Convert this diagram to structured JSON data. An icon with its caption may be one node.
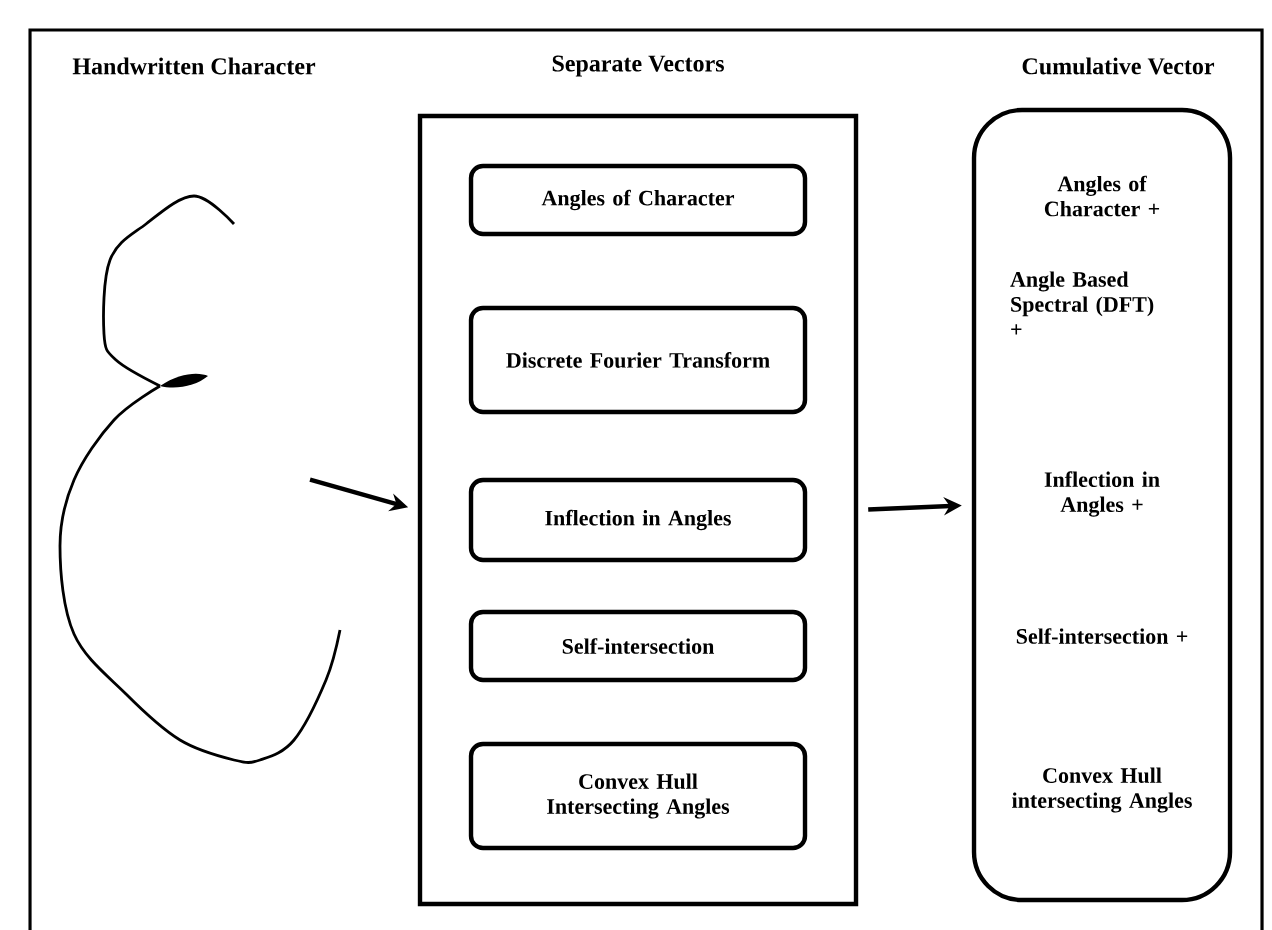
{
  "diagram": {
    "nodes": [
      {
        "text": [],
        "shape": "picture"
      },
      {
        "text": [
          "Separate Vectors"
        ]
      },
      {
        "text": [
          "Angles of Character"
        ],
        "in": 1
      },
      {
        "text": [
          "Discrete Fourier Transform"
        ],
        "in": 1
      },
      {
        "text": [
          "Inflection in Angles"
        ],
        "in": 1
      },
      {
        "text": [
          "Self-intersection"
        ],
        "in": 1
      },
      {
        "text": [
          "Convex Hull Intersecting Angles"
        ],
        "in": 1
      },
      {
        "text": [
          "Cumulative Vector",
          "Angles of Character +",
          "Angle Based Spectral (DFT) +",
          "Inflection in Angles +",
          "Self-intersection +",
          "Convex Hull intersecting Angles"
        ]
      }
    ],
    "edges": [
      {
        "from": 0,
        "to": 1,
        "arrow": "to"
      },
      {
        "from": 1,
        "to": 7,
        "arrow": "to"
      }
    ],
    "labels": [
      "Handwritten Character"
    ]
  }
}
